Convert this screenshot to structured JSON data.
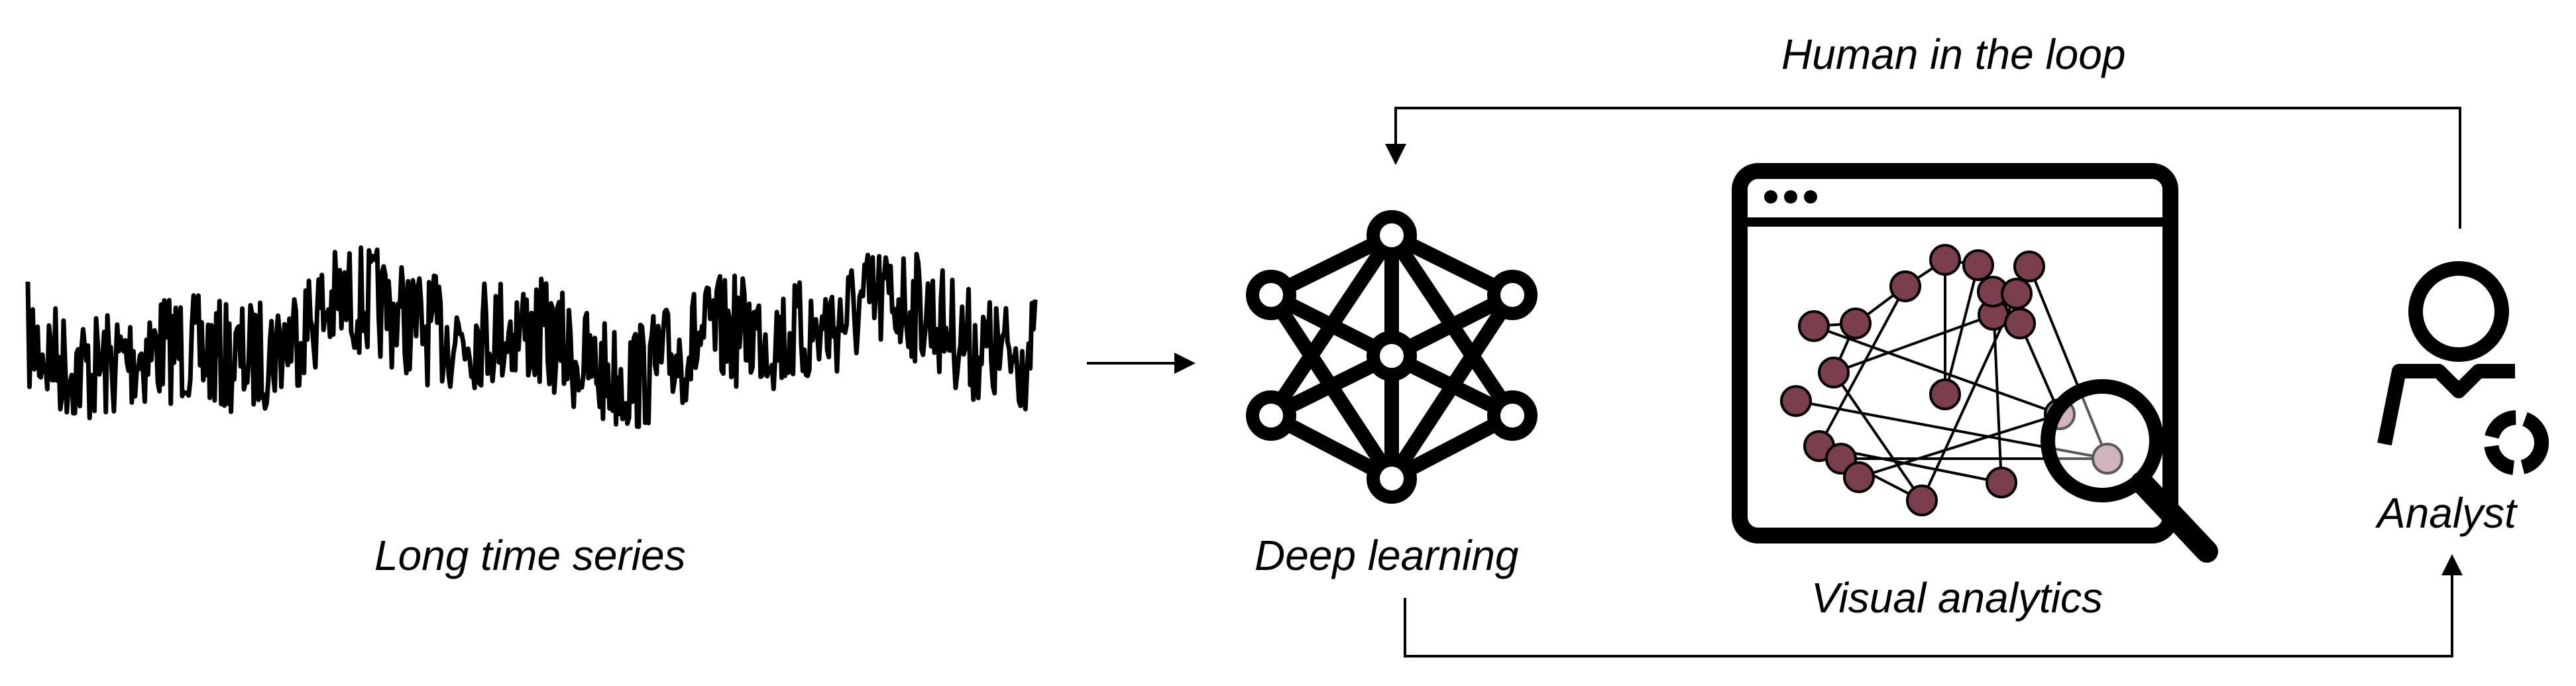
{
  "labels": {
    "time_series": "Long time series",
    "deep_learning": "Deep learning",
    "visual_analytics": "Visual analytics",
    "analyst": "Analyst",
    "human_in_loop": "Human in the loop"
  },
  "icons": {
    "time_series": "waveform-icon",
    "deep_learning": "neural-network-icon",
    "visual_analytics": "browser-window-graph-icon",
    "magnifier": "magnifying-glass-icon",
    "analyst": "user-gear-icon"
  },
  "colors": {
    "stroke": "#000000",
    "node_fill": "#7a3e4c",
    "node_fill_magnified": "#b88a95",
    "background": "#ffffff"
  }
}
